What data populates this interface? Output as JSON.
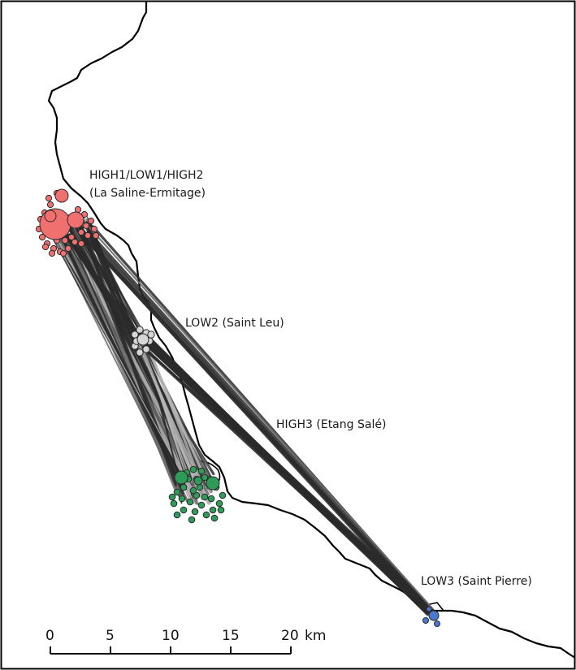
{
  "map": {
    "sites": [
      {
        "id": "high1-low1-high2",
        "label_line1": "HIGH1/LOW1/HIGH2",
        "label_line2": "(La Saline-Ermitage)",
        "color": "#f07070"
      },
      {
        "id": "low2",
        "label_line1": "LOW2 (Saint Leu)",
        "color": "#d6d6d6"
      },
      {
        "id": "high3",
        "label_line1": "HIGH3 (Etang Salé)",
        "color": "#2e9b58"
      },
      {
        "id": "low3",
        "label_line1": "LOW3 (Saint Pierre)",
        "color": "#4a78d0"
      }
    ],
    "scale_bar": {
      "ticks": [
        "0",
        "5",
        "10",
        "15",
        "20"
      ],
      "unit": "km"
    },
    "colors": {
      "coastline": "#000000",
      "link_dark": "#2a2a2a",
      "link_mid": "#6a6a6a",
      "link_light": "#b5b5b5"
    }
  }
}
